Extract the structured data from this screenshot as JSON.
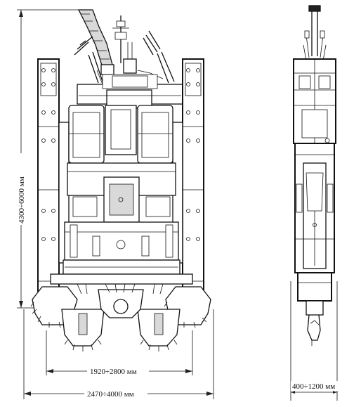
{
  "dimensions": {
    "height_range": "4300÷6000 мм",
    "inner_width_range": "1920÷2800 мм",
    "outer_width_range": "2470÷4000 мм",
    "side_width_range": "400÷1200 мм"
  }
}
